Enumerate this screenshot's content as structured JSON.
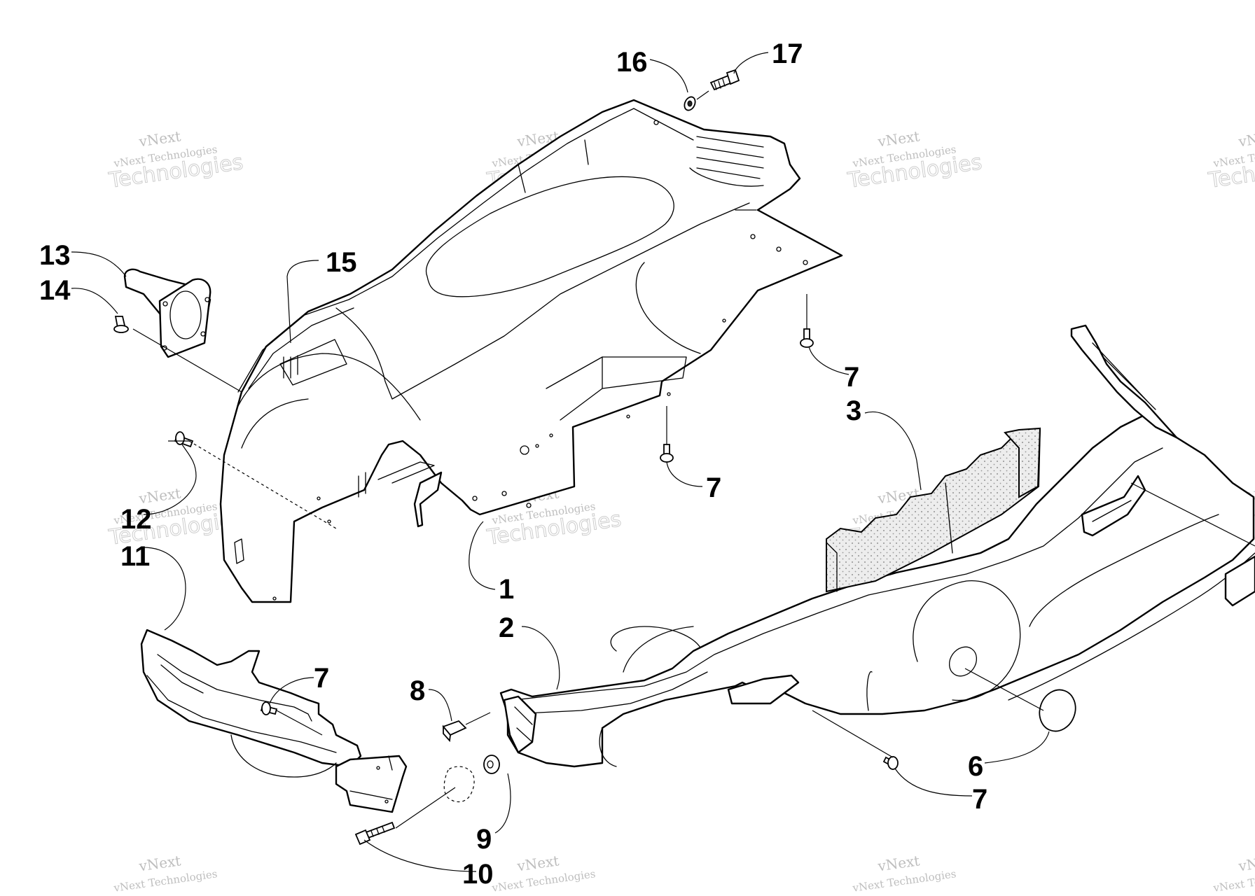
{
  "diagram": {
    "callouts": [
      {
        "id": "c1",
        "label": "1"
      },
      {
        "id": "c2",
        "label": "2"
      },
      {
        "id": "c3",
        "label": "3"
      },
      {
        "id": "c6",
        "label": "6"
      },
      {
        "id": "c7a",
        "label": "7"
      },
      {
        "id": "c7b",
        "label": "7"
      },
      {
        "id": "c7c",
        "label": "7"
      },
      {
        "id": "c7d",
        "label": "7"
      },
      {
        "id": "c8",
        "label": "8"
      },
      {
        "id": "c9",
        "label": "9"
      },
      {
        "id": "c10",
        "label": "10"
      },
      {
        "id": "c11",
        "label": "11"
      },
      {
        "id": "c12",
        "label": "12"
      },
      {
        "id": "c13",
        "label": "13"
      },
      {
        "id": "c14",
        "label": "14"
      },
      {
        "id": "c15",
        "label": "15"
      },
      {
        "id": "c16",
        "label": "16"
      },
      {
        "id": "c17",
        "label": "17"
      }
    ]
  },
  "watermark": {
    "line_small_1": "vNext",
    "line_small_2": "vNext Technologies",
    "line_big": "Technologies",
    "color": "#8a8a8a"
  }
}
